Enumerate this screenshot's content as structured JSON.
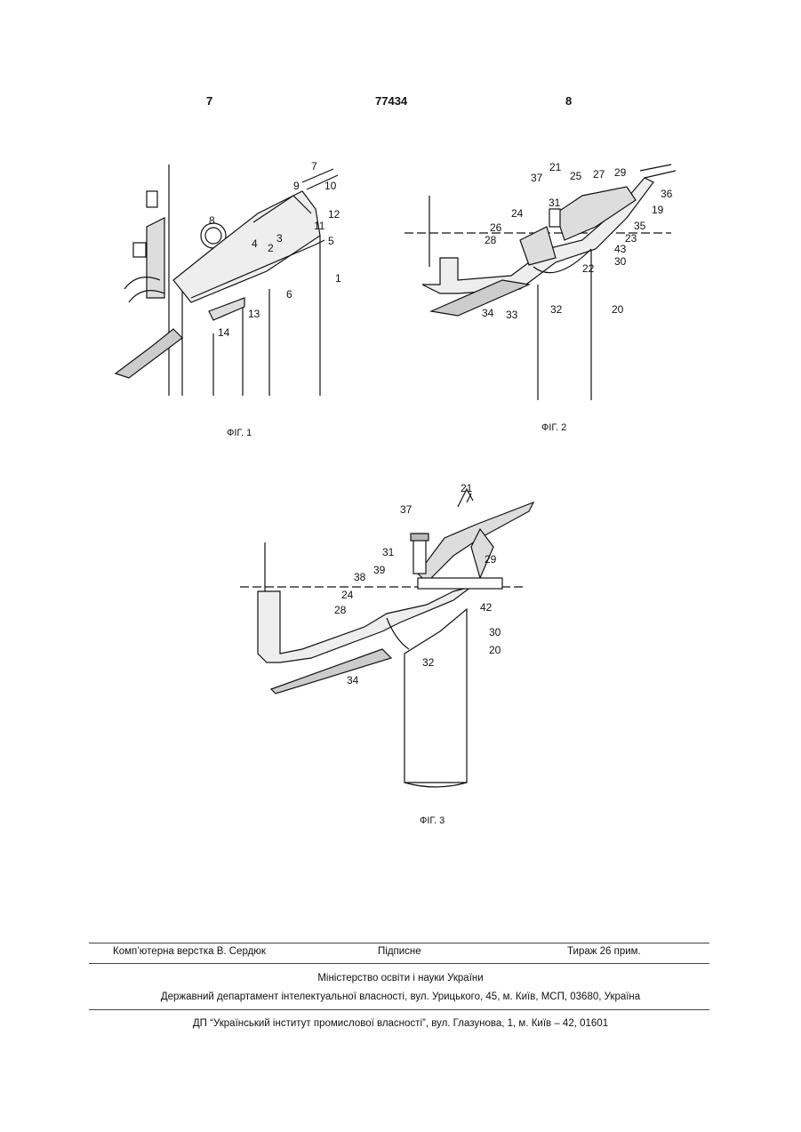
{
  "header": {
    "left_page": "7",
    "patent_number": "77434",
    "right_page": "8"
  },
  "figures": [
    {
      "caption": "ФІГ. 1",
      "labels": [
        "7",
        "9",
        "10",
        "12",
        "11",
        "5",
        "3",
        "8",
        "4",
        "2",
        "1",
        "6",
        "13",
        "14"
      ]
    },
    {
      "caption": "ФІГ. 2",
      "labels": [
        "21",
        "25",
        "27",
        "29",
        "37",
        "36",
        "31",
        "19",
        "24",
        "35",
        "26",
        "23",
        "28",
        "43",
        "30",
        "22",
        "34",
        "33",
        "32",
        "20"
      ]
    },
    {
      "caption": "ФІГ. 3",
      "labels": [
        "21",
        "37",
        "29",
        "31",
        "38",
        "39",
        "24",
        "42",
        "28",
        "30",
        "20",
        "32",
        "34"
      ]
    }
  ],
  "footer": {
    "typesetter": "Комп’ютерна верстка В. Сердюк",
    "signed": "Підписне",
    "print_run": "Тираж 26 прим.",
    "ministry": "Міністерство освіти і науки України",
    "department": "Державний департамент інтелектуальної власності, вул. Урицького, 45, м. Київ, МСП, 03680, Україна",
    "institute": "ДП “Український інститут промислової власності”, вул. Глазунова, 1, м. Київ – 42, 01601"
  }
}
